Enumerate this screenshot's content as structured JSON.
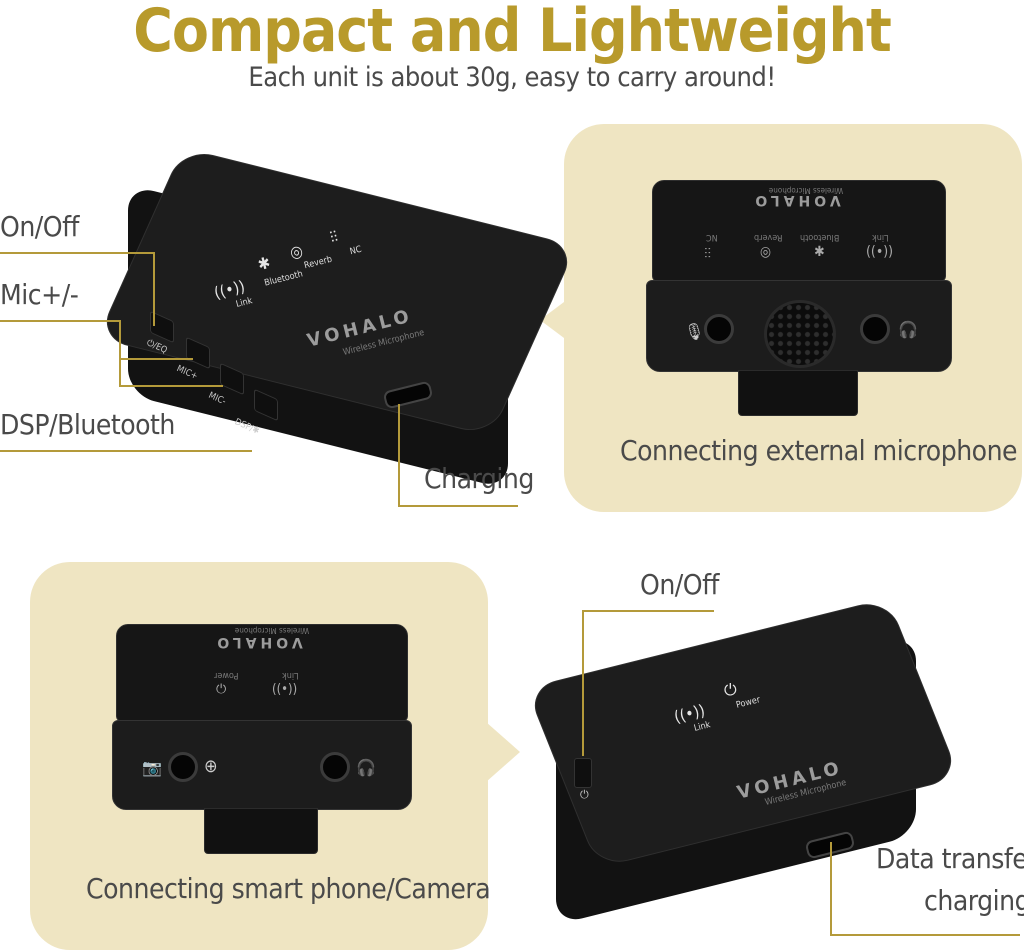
{
  "header": {
    "title": "Compact and Lightweight",
    "subtitle": "Each unit is about 30g, easy to carry around!"
  },
  "receiver_top": {
    "label_on_off": "On/Off",
    "label_mic": "Mic+/-",
    "label_dsp": "DSP/Bluetooth",
    "label_charging": "Charging",
    "brand": "VOHALO",
    "brand_sub": "Wireless Microphone",
    "icon_labels": [
      "Link",
      "Bluetooth",
      "Reverb",
      "NC"
    ],
    "buttons": [
      "⏻/EQ",
      "MIC+",
      "MIC-",
      "DSP/✱"
    ]
  },
  "receiver_front": {
    "caption": "Connecting external microphone",
    "brand": "VOHALO",
    "brand_sub": "Wireless Microphone",
    "icon_labels": [
      "NC",
      "Reverb",
      "Bluetooth",
      "Link"
    ]
  },
  "transmitter_front": {
    "caption": "Connecting smart phone/Camera",
    "brand": "VOHALO",
    "brand_sub": "Wireless Microphone",
    "icon_labels": [
      "Power",
      "Link"
    ]
  },
  "transmitter_top": {
    "label_on_off": "On/Off",
    "label_data_line1": "Data transfer",
    "label_data_line2": "charging",
    "brand": "VOHALO",
    "brand_sub": "Wireless Microphone",
    "icon_labels": [
      "Link",
      "Power"
    ]
  },
  "colors": {
    "title": "#b89a2b",
    "panel": "#efe5c2",
    "device": "#1a1a1a",
    "leader_line": "#b49a3a"
  }
}
